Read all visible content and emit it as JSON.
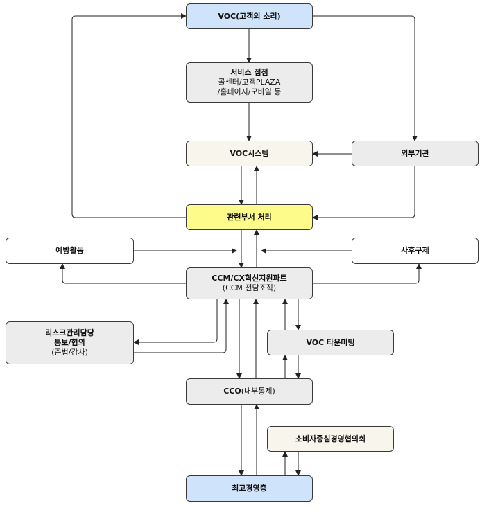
{
  "nodes": {
    "voc": {
      "title": "VOC(고객의 소리)"
    },
    "service": {
      "title": "서비스 접점",
      "line1": "콜센터/고객PLAZA",
      "line2": "/홈페이지/모바일 등"
    },
    "voc_system": {
      "title": "VOC시스템"
    },
    "external": {
      "title": "외부기관"
    },
    "dept": {
      "title": "관련부서 처리"
    },
    "prevention": {
      "title": "예방활동"
    },
    "remedy": {
      "title": "사후구제"
    },
    "ccm": {
      "title": "CCM/CX혁신지원파트",
      "subtitle": "(CCM 전담조직)"
    },
    "risk": {
      "line1": "리스크관리담당",
      "line2": "통보/협의",
      "line3": "(준법/감사)"
    },
    "townhall": {
      "title": "VOC 타운미팅"
    },
    "cco": {
      "title": "CCO",
      "subtitle": "(내부통제)"
    },
    "council": {
      "title": "소비자중심경영협의회"
    },
    "exec": {
      "title": "최고경영층"
    }
  }
}
